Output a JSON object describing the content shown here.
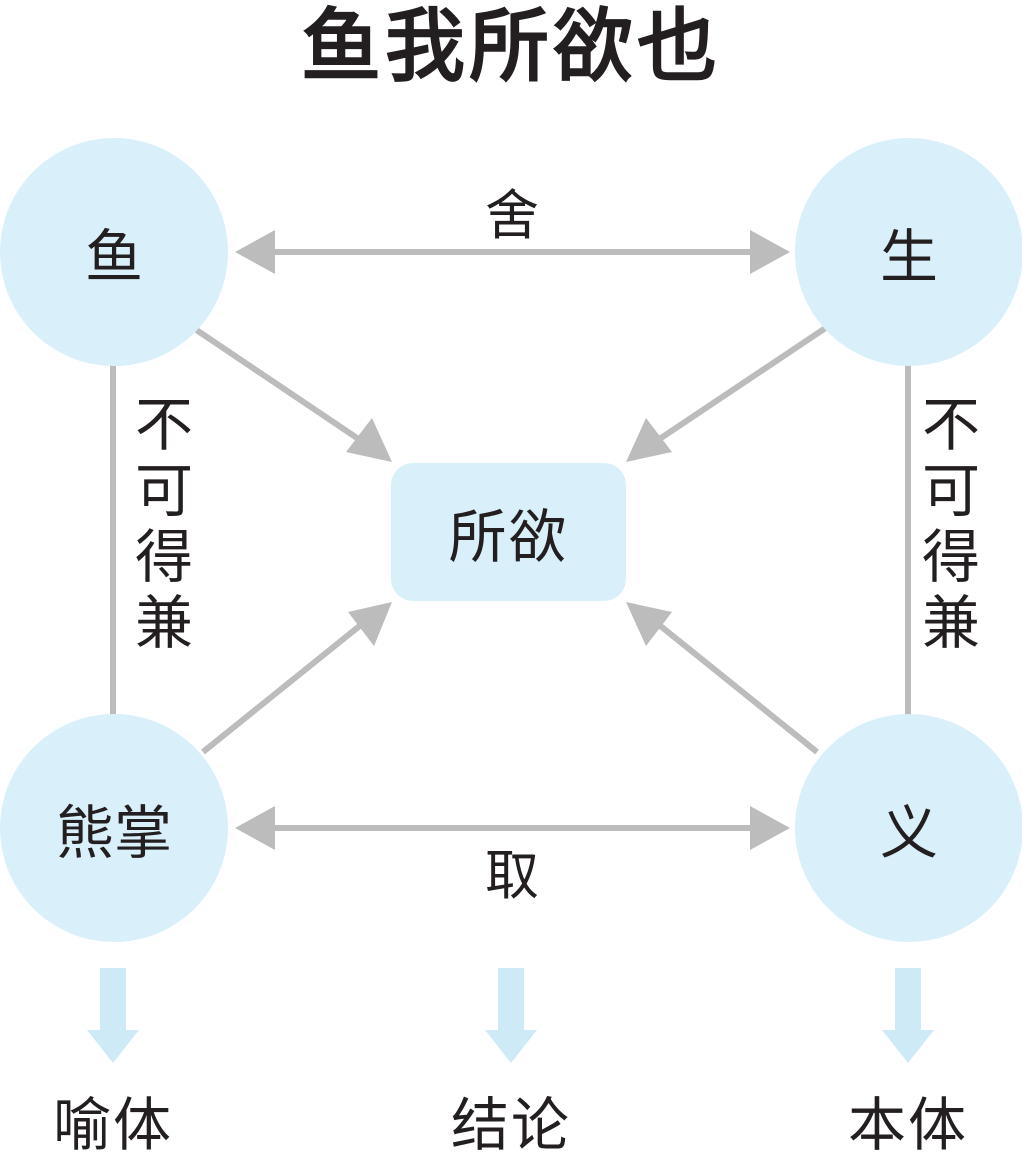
{
  "title": "鱼我所欲也",
  "nodes": {
    "fish": "鱼",
    "life": "生",
    "bear_paw": "熊掌",
    "righteousness": "义",
    "desire": "所欲"
  },
  "edges": {
    "top": "舍",
    "bottom": "取",
    "left_vertical": [
      "不",
      "可",
      "得",
      "兼"
    ],
    "right_vertical": [
      "不",
      "可",
      "得",
      "兼"
    ]
  },
  "bottom_labels": {
    "left": "喻体",
    "center": "结论",
    "right": "本体"
  },
  "colors": {
    "node_fill": "#d9f0fa",
    "connector": "#bcbcbc",
    "down_arrow": "#cfeaf7",
    "text": "#231f20"
  }
}
